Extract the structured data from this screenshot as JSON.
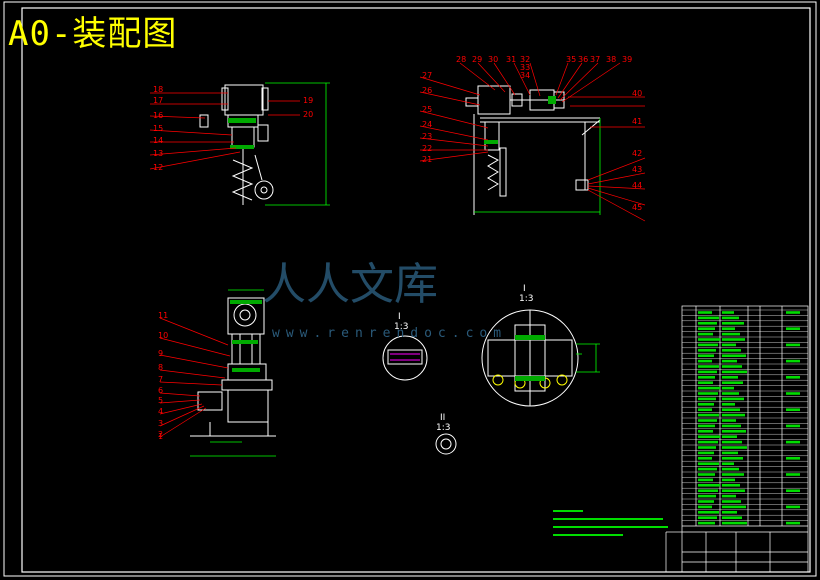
{
  "title": "A0-装配图",
  "watermark": {
    "logo_text": "人人文库",
    "url": "www.renrendoc.com"
  },
  "part_numbers_top_left": [
    "18",
    "17",
    "16",
    "15",
    "14",
    "13",
    "12",
    "19",
    "20"
  ],
  "part_numbers_top_right_top": [
    "28",
    "29",
    "30",
    "31",
    "32",
    "33",
    "34",
    "35",
    "36",
    "37",
    "38",
    "39"
  ],
  "part_numbers_top_right_left": [
    "27",
    "26",
    "25",
    "24",
    "23",
    "22",
    "21"
  ],
  "part_numbers_top_right_right": [
    "40",
    "41",
    "42",
    "43",
    "44",
    "45"
  ],
  "part_numbers_bottom_left": [
    "11",
    "10",
    "9",
    "8",
    "7",
    "6",
    "5",
    "4",
    "3",
    "2",
    "1"
  ],
  "detail_views": [
    {
      "label": "I",
      "scale": "1:3"
    },
    {
      "label": "II",
      "scale": "1:3"
    },
    {
      "label": "I",
      "scale": "1:3"
    }
  ],
  "colors": {
    "frame": "#ffffff",
    "parts": "#ffffff",
    "leaders": "#ff0000",
    "dims": "#00ff00",
    "title": "#ffff00",
    "accent": "#ff00ff"
  }
}
